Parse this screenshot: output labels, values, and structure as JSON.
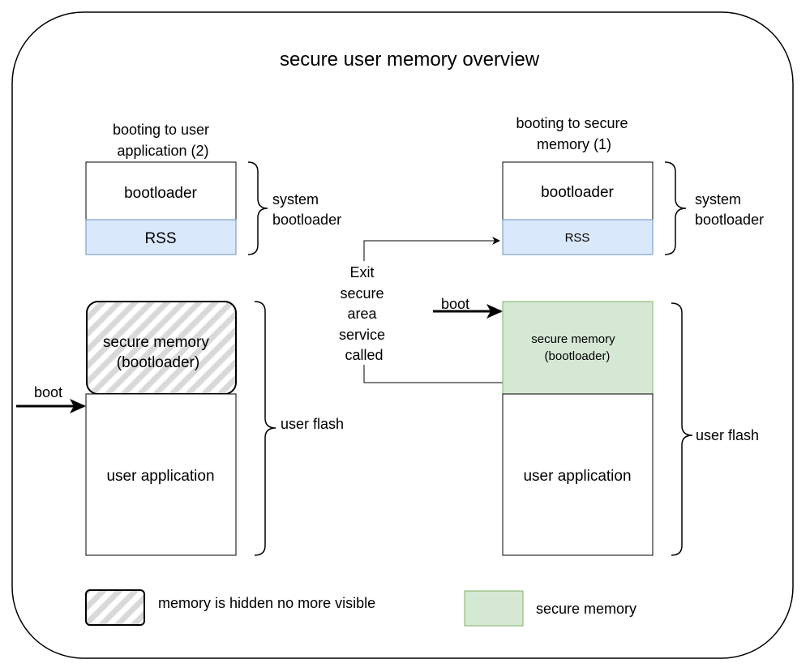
{
  "title": "secure user memory overview",
  "left_column": {
    "heading": [
      "booting to user",
      "application (2)"
    ],
    "bootloader_label": "bootloader",
    "rss_label": "RSS",
    "system_bracket_label": [
      "system",
      "bootloader"
    ],
    "secure_memory_label": [
      "secure memory",
      "(bootloader)"
    ],
    "user_application_label": "user application",
    "user_flash_label": "user flash",
    "boot_label": "boot"
  },
  "right_column": {
    "heading": [
      "booting to secure",
      "memory (1)"
    ],
    "bootloader_label": "bootloader",
    "rss_label": "RSS",
    "system_bracket_label": [
      "system",
      "bootloader"
    ],
    "secure_memory_label": [
      "secure memory",
      "(bootloader)"
    ],
    "user_application_label": "user application",
    "user_flash_label": "user flash",
    "boot_label": "boot"
  },
  "exit_label": [
    "Exit",
    "secure",
    "area",
    "service",
    "called"
  ],
  "legend": {
    "hidden_label": "memory is hidden no more visible",
    "secure_label": "secure memory"
  },
  "colors": {
    "rss_fill": "#dae8fc",
    "rss_stroke": "#6c8ebf",
    "secure_fill": "#d5e8d4",
    "secure_stroke": "#82b366",
    "hatch_fill": "#d9d9d9",
    "stroke": "#000000"
  }
}
